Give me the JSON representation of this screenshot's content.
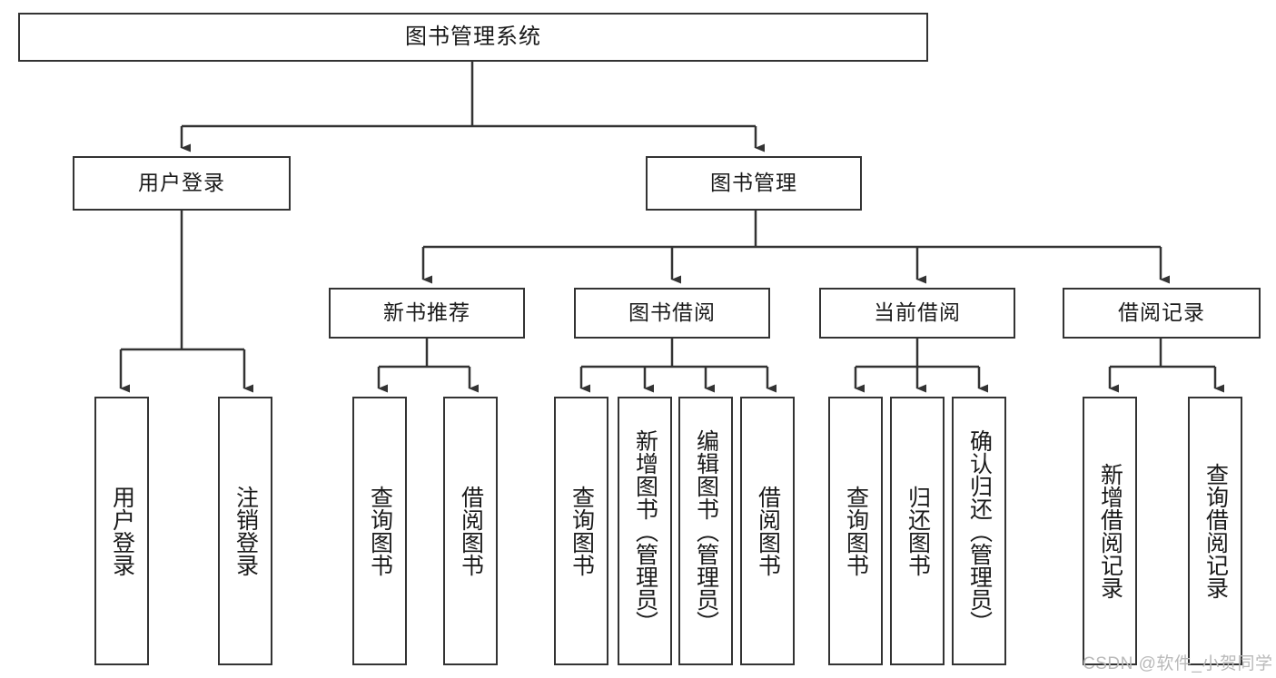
{
  "diagram": {
    "type": "hierarchy-tree",
    "title": "图书管理系统",
    "orientation": "top-down",
    "colors": {
      "box_border": "#333333",
      "box_fill": "#ffffff",
      "edge": "#333333",
      "text": "#1a1a1a",
      "watermark": "#b9b9b9",
      "background": "#ffffff"
    },
    "nodes": {
      "root": {
        "label": "图书管理系统",
        "level": 0
      },
      "level1": [
        {
          "id": "user-login",
          "label": "用户登录"
        },
        {
          "id": "book-management",
          "label": "图书管理"
        }
      ],
      "level2": [
        {
          "id": "new-book-recommend",
          "label": "新书推荐",
          "parent": "book-management"
        },
        {
          "id": "book-borrow",
          "label": "图书借阅",
          "parent": "book-management"
        },
        {
          "id": "current-borrow",
          "label": "当前借阅",
          "parent": "book-management"
        },
        {
          "id": "borrow-record",
          "label": "借阅记录",
          "parent": "book-management"
        }
      ],
      "leaves": {
        "user_login": [
          {
            "id": "leaf-user-login",
            "label": "用户登录"
          },
          {
            "id": "leaf-logout-login",
            "label": "注销登录"
          }
        ],
        "new_book_recommend": [
          {
            "id": "leaf-query-book-1",
            "label": "查询图书"
          },
          {
            "id": "leaf-borrow-book-1",
            "label": "借阅图书"
          }
        ],
        "book_borrow": [
          {
            "id": "leaf-query-book-2",
            "label": "查询图书"
          },
          {
            "id": "leaf-add-book",
            "label": "新增图书（管理员）"
          },
          {
            "id": "leaf-edit-book",
            "label": "编辑图书（管理员）"
          },
          {
            "id": "leaf-borrow-book-2",
            "label": "借阅图书"
          }
        ],
        "current_borrow": [
          {
            "id": "leaf-query-book-3",
            "label": "查询图书"
          },
          {
            "id": "leaf-return-book",
            "label": "归还图书"
          },
          {
            "id": "leaf-confirm-return",
            "label": "确认归还（管理员）"
          }
        ],
        "borrow_record": [
          {
            "id": "leaf-add-borrow-record",
            "label": "新增借阅记录"
          },
          {
            "id": "leaf-query-borrow-record",
            "label": "查询借阅记录"
          }
        ]
      }
    },
    "watermark": "CSDN @软件_小贺同学"
  }
}
